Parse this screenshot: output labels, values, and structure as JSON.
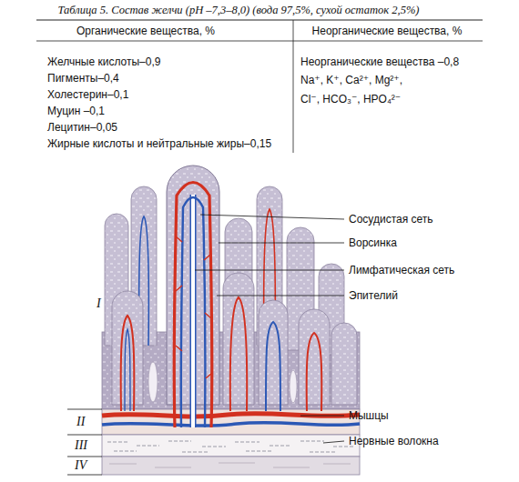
{
  "diagram": {
    "title": "Таблица 5. Состав желчи (pH –7,3–8,0) (вода 97,5%, сухой остаток 2,5%)",
    "labels": [
      "Органические вещества, %",
      "Неорганические вещества, %",
      "Желчные кислоты–0,9",
      "Пигменты–0,4",
      "Холестерин–0,1",
      "Муцин –0,1",
      "Лецитин–0,05",
      "Жирные кислоты и нейтральные жиры–0,15",
      "Неорганические вещества –0,8",
      "Na⁺, K⁺, Ca²⁺, Mg²⁺,",
      "Cl⁻, HCO₃⁻, HPO₄²⁻",
      "Сосудистая сеть",
      "Ворсинка",
      "Лимфатическая сеть",
      "Эпителий",
      "Мышцы",
      "Нервные волокна",
      "I",
      "II",
      "III",
      "IV"
    ]
  }
}
